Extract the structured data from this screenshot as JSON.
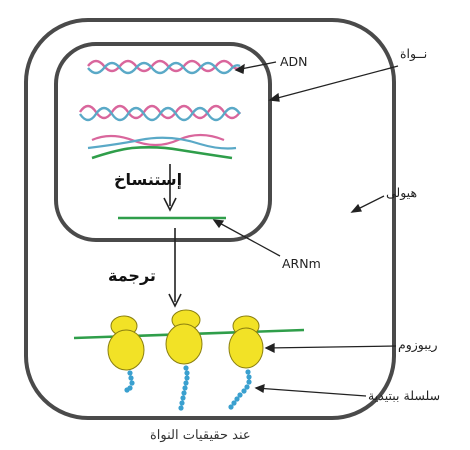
{
  "labels": {
    "nucleus": "نــواة",
    "dna": "ADN",
    "cytoplasm": "هيولى",
    "mrna": "ARNm",
    "ribosome": "ريبوزوم",
    "peptide_chain": "سلسلة ببتيدية"
  },
  "steps": {
    "transcription": "إستنساخ",
    "translation": "ترجمة"
  },
  "caption": "عند حقيقيات النواة",
  "colors": {
    "membrane": "#4a4a4a",
    "dna_strand_a": "#d9669c",
    "dna_strand_b": "#5aa9c7",
    "rna": "#2f9e4a",
    "ribosome": "#f2e226",
    "peptide": "#3aa0cf"
  },
  "ribosome_count": 3
}
